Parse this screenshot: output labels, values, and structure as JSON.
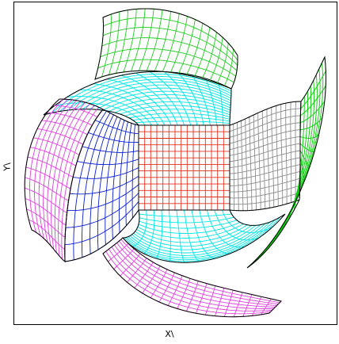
{
  "figure": {
    "x_label": "X\\",
    "y_label": "Y\\"
  },
  "mesh": {
    "patches": [
      {
        "id": "center",
        "color": "#e0301e"
      },
      {
        "id": "arm-right-inner",
        "color": "#8c8c8c"
      },
      {
        "id": "arm-right-outer",
        "color": "#00cc00"
      },
      {
        "id": "arm-top-inner",
        "color": "#00e5e5"
      },
      {
        "id": "arm-top-outer",
        "color": "#22cc22"
      },
      {
        "id": "arm-left-inner",
        "color": "#0a1ecf"
      },
      {
        "id": "arm-left-outer",
        "color": "#e040e0"
      },
      {
        "id": "arm-bottom-inner",
        "color": "#00e5e5"
      },
      {
        "id": "arm-bottom-outer",
        "color": "#e040e0"
      },
      {
        "id": "arm-right-lower",
        "color": "#00cc00"
      }
    ]
  }
}
